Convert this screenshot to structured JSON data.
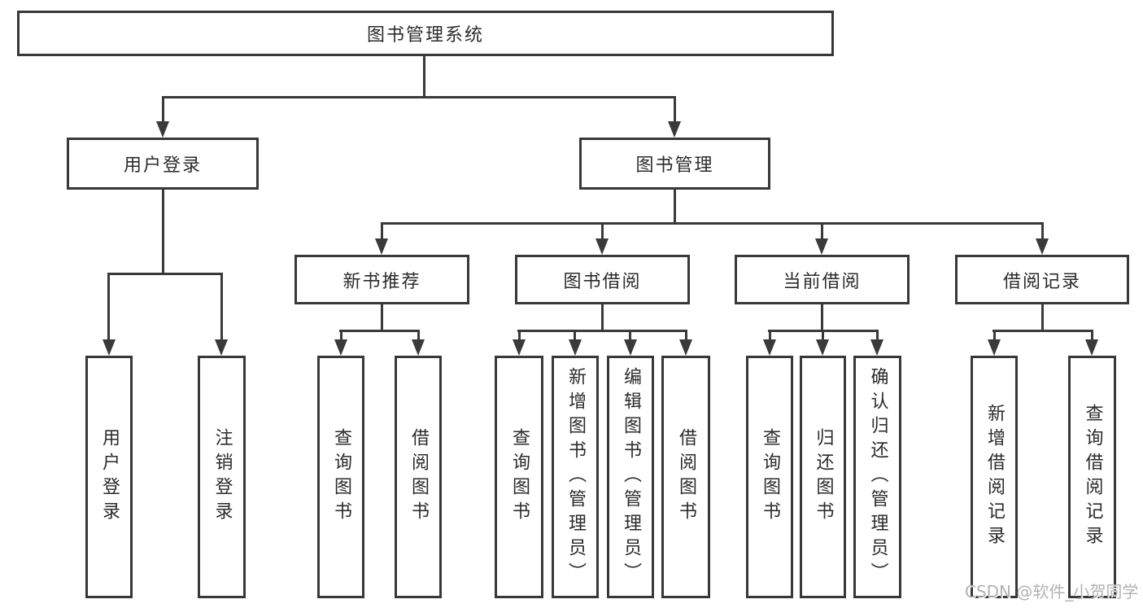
{
  "page": {
    "background": "#ffffff"
  },
  "colors": {
    "line": "#3a3a3a",
    "box_border": "#383838",
    "text": "#2b2b2b",
    "watermark": "#b2b2b2"
  },
  "tree": {
    "root": {
      "label": "图书管理系统"
    },
    "branches": [
      {
        "label": "用户登录",
        "children": [
          {
            "label": "用户登录"
          },
          {
            "label": "注销登录"
          }
        ]
      },
      {
        "label": "图书管理",
        "children": [
          {
            "label": "新书推荐",
            "children": [
              {
                "label": "查询图书"
              },
              {
                "label": "借阅图书"
              }
            ]
          },
          {
            "label": "图书借阅",
            "children": [
              {
                "label": "查询图书"
              },
              {
                "label": "新增图书（管理员）"
              },
              {
                "label": "编辑图书（管理员）"
              },
              {
                "label": "借阅图书"
              }
            ]
          },
          {
            "label": "当前借阅",
            "children": [
              {
                "label": "查询图书"
              },
              {
                "label": "归还图书"
              },
              {
                "label": "确认归还（管理员）"
              }
            ]
          },
          {
            "label": "借阅记录",
            "children": [
              {
                "label": "新增借阅记录"
              },
              {
                "label": "查询借阅记录"
              }
            ]
          }
        ]
      }
    ]
  },
  "watermark": {
    "text": "CSDN @软件_小贺同学"
  }
}
